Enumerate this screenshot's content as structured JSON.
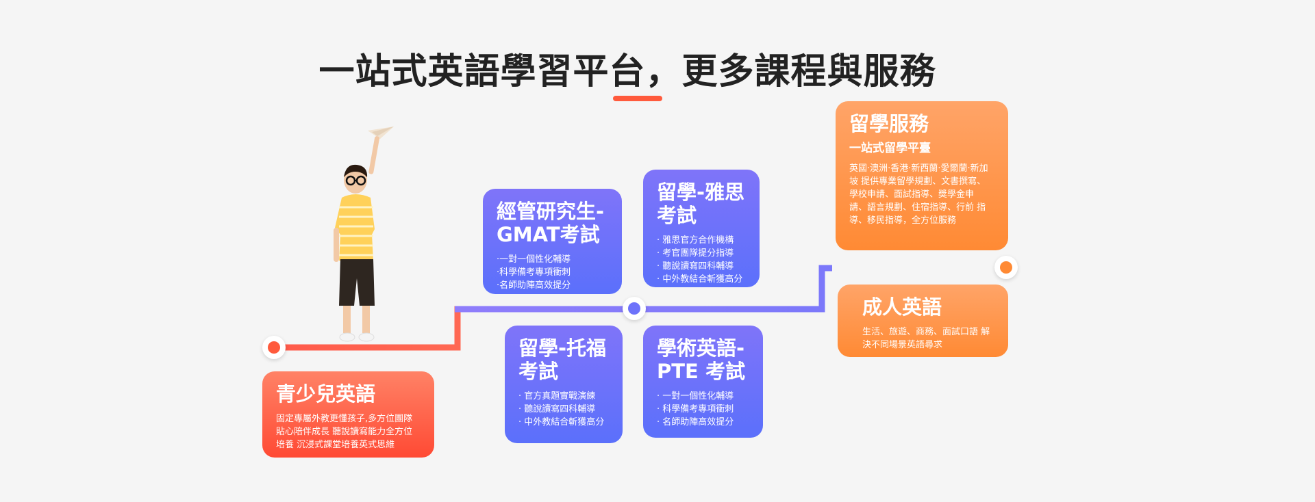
{
  "page": {
    "title": "一站式英語學習平台，更多課程與服務"
  },
  "colors": {
    "accent_red": "#ff5a3c",
    "blue": "#6d72fa",
    "orange": "#ff9a4a"
  },
  "cards": {
    "teen": {
      "title": "青少兒英語",
      "desc": "固定專屬外教更懂孩子,多方位團隊貼心陪伴成長 聽說讀寫能力全方位培養 沉浸式課堂培養英式思維"
    },
    "gmat": {
      "title": "經管研究生-GMAT考試",
      "items": [
        "·一對一個性化輔導",
        "·科學備考專項衝刺",
        "·名師助陣高效提分"
      ]
    },
    "toefl": {
      "title": "留學-托福考試",
      "items": [
        "· 官方真題實戰演練",
        "· 聽說讀寫四科輔導",
        "· 中外教結合斬獲高分"
      ]
    },
    "ielts": {
      "title": "留學-雅思考試",
      "items": [
        "· 雅思官方合作機構",
        "· 考官團隊提分指導",
        "· 聽說讀寫四科輔導",
        "· 中外教結合斬獲高分"
      ]
    },
    "pte": {
      "title": "學術英語-PTE 考試",
      "items": [
        "· 一對一個性化輔導",
        "· 科學備考專項衝刺",
        "· 名師助陣高效提分"
      ]
    },
    "study_abroad": {
      "title": "留學服務",
      "subtitle": "一站式留學平臺",
      "desc": "英國·澳洲·香港·新西蘭·愛爾蘭·新加坡 提供專業留學規劃、文書撰寫、學校申請、面試指導、獎學金申 請、語言規劃、住宿指導、行前 指導、移民指導，全方位服務"
    },
    "adult": {
      "title": "成人英語",
      "desc": "生活、旅遊、商務、面試口語 解決不同場景英語尋求"
    }
  }
}
